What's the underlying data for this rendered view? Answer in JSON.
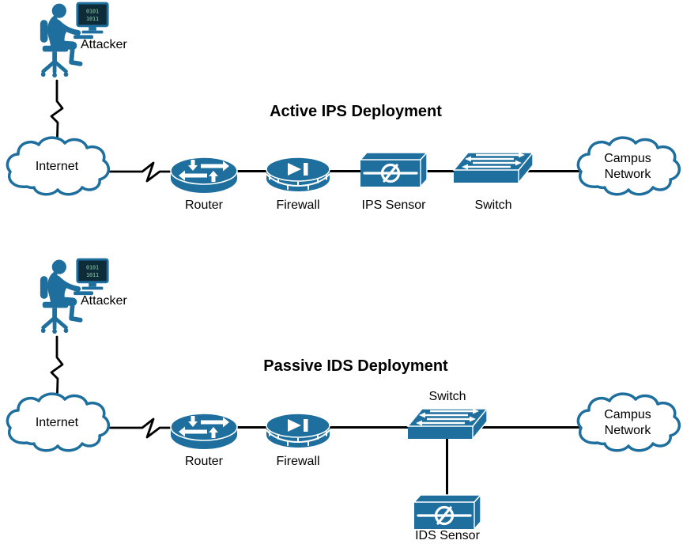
{
  "colors": {
    "device": "#1e6f9e",
    "screen": "#0d2b38",
    "screen-text": "#8fd8a4",
    "line": "#000000",
    "label": "#000000",
    "background": "#ffffff"
  },
  "icons": {
    "attacker": "attacker-at-computer-icon",
    "internet": "cloud-icon",
    "campus_network": "cloud-icon",
    "router": "router-icon",
    "firewall": "firewall-icon",
    "ips_sensor": "ips-sensor-icon",
    "ids_sensor": "ids-sensor-icon",
    "switch": "switch-icon"
  },
  "screen_code": {
    "line1": "0101",
    "line2": "1011"
  },
  "sections": {
    "active": {
      "title": "Active IPS Deployment",
      "attacker": "Attacker",
      "internet": "Internet",
      "router": "Router",
      "firewall": "Firewall",
      "sensor": "IPS Sensor",
      "switch": "Switch",
      "campus": "Campus\nNetwork"
    },
    "passive": {
      "title": "Passive IDS Deployment",
      "attacker": "Attacker",
      "internet": "Internet",
      "router": "Router",
      "firewall": "Firewall",
      "switch": "Switch",
      "sensor": "IDS Sensor",
      "campus": "Campus\nNetwork"
    }
  }
}
